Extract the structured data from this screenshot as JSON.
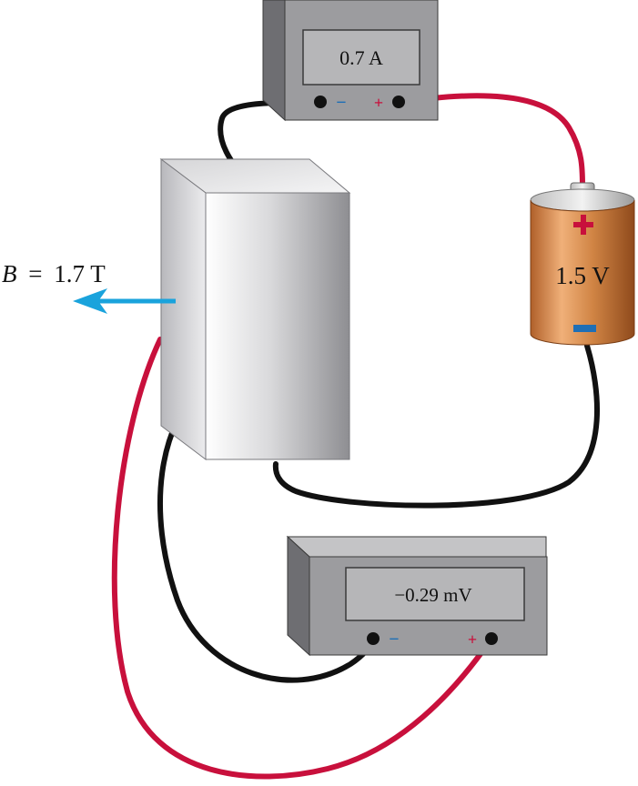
{
  "ammeter": {
    "reading": "0.7 A",
    "minus_sign": "−",
    "plus_sign": "+"
  },
  "voltmeter": {
    "reading": "−0.29 mV",
    "minus_sign": "−",
    "plus_sign": "+"
  },
  "battery": {
    "voltage": "1.5 V",
    "plus_sign": "+",
    "minus_sign": "−"
  },
  "field": {
    "symbol": "B",
    "equals": "=",
    "value": "1.7 T"
  },
  "colors": {
    "wire_red": "#c8103c",
    "wire_black": "#111111",
    "arrow_blue": "#1aa3dc",
    "terminal_minus_blue": "#1f6fb5",
    "terminal_plus_red": "#c8103c",
    "battery_copper": "#c8773a"
  },
  "icons": [
    "ammeter-icon",
    "voltmeter-icon",
    "battery-icon",
    "metal-slab-icon",
    "field-arrow-icon"
  ]
}
